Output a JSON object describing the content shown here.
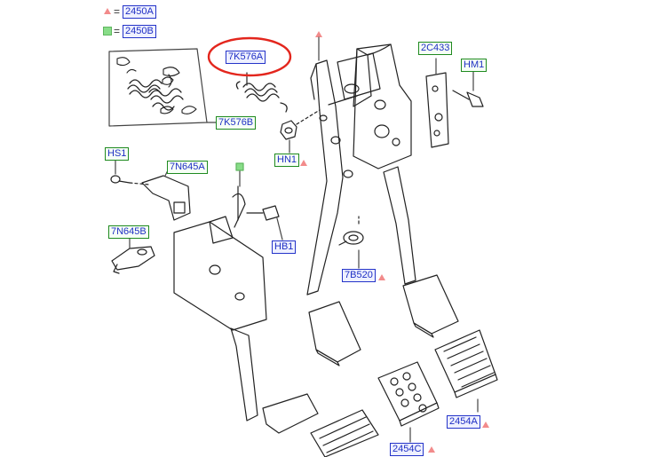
{
  "legend": [
    {
      "marker": "triangle",
      "equals": "=",
      "code": "2450A"
    },
    {
      "marker": "square",
      "equals": "=",
      "code": "2450B"
    }
  ],
  "callouts": {
    "k7k576a": "7K576A",
    "k7k576b": "7K576B",
    "k2c433": "2C433",
    "hm1": "HM1",
    "hs1": "HS1",
    "k7n645a": "7N645A",
    "k7n645b": "7N645B",
    "hn1": "HN1",
    "hb1": "HB1",
    "k7b520": "7B520",
    "k2454a": "2454A",
    "k2454c": "2454C"
  },
  "colors": {
    "triangle": "#f28b8b",
    "square": "#88dd88",
    "highlight_circle": "#e3261d",
    "label_blue": "#1f2fc4",
    "label_green_border": "#1f8a1f"
  }
}
